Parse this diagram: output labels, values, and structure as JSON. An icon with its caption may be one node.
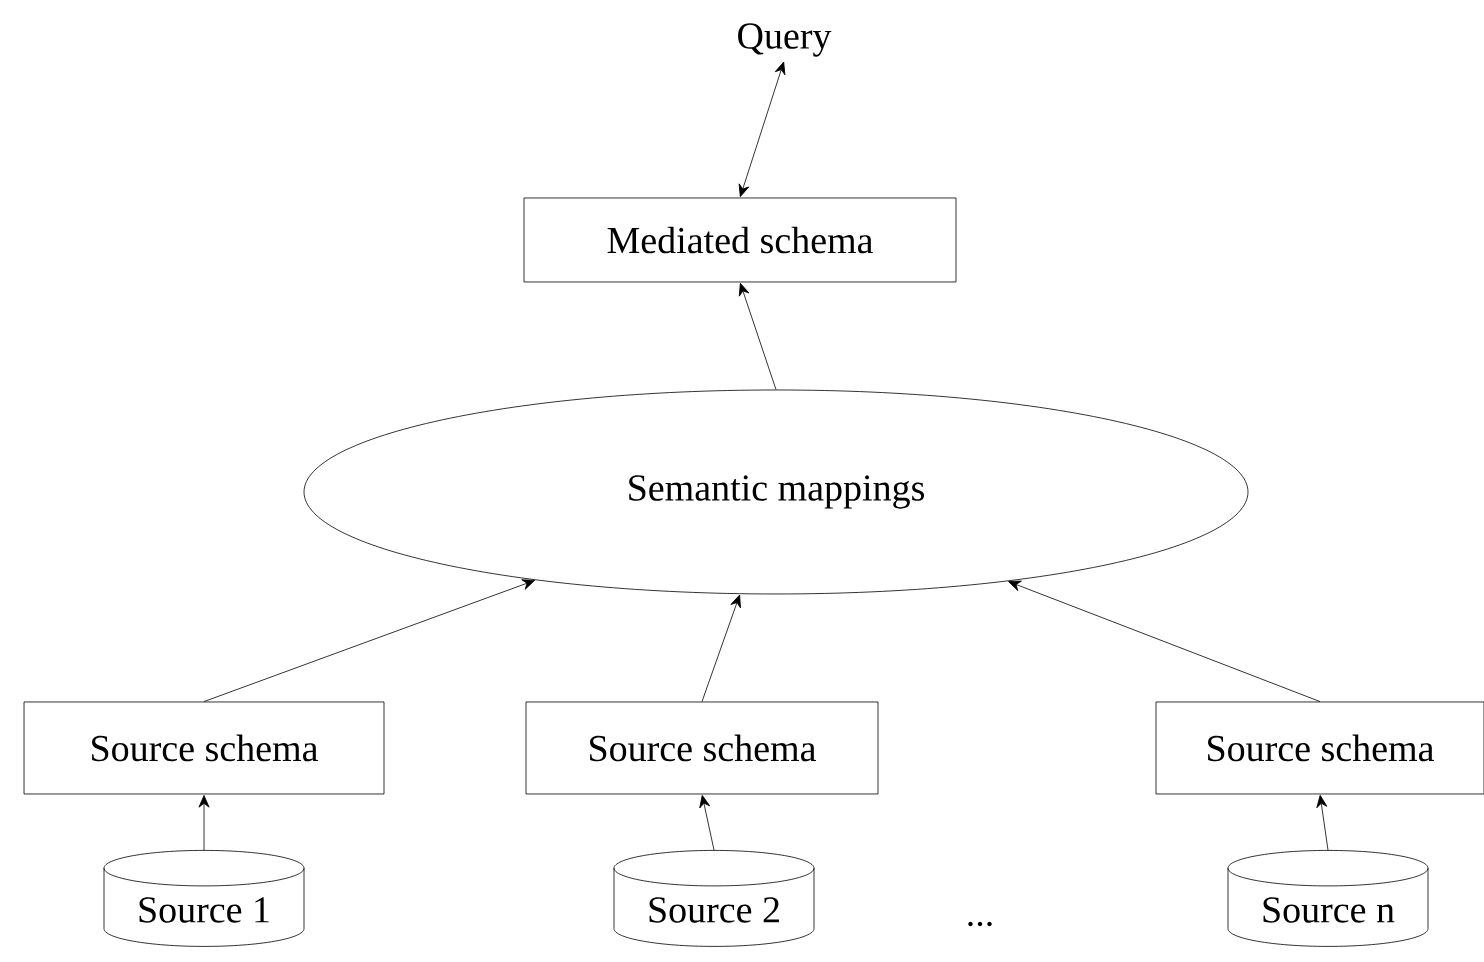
{
  "diagram": {
    "nodes": [
      {
        "text": [
          "Query"
        ]
      },
      {
        "text": [
          "Mediated schema"
        ]
      },
      {
        "text": [
          "Semantic mappings"
        ]
      },
      {
        "text": [
          "Source schema"
        ]
      },
      {
        "text": [
          "Source schema"
        ]
      },
      {
        "text": [
          "Source schema"
        ]
      },
      {
        "text": [
          "Source 1"
        ]
      },
      {
        "text": [
          "Source 2"
        ]
      },
      {
        "text": [
          "Source n"
        ]
      }
    ],
    "edges": [
      {
        "from": 0,
        "to": 1,
        "arrow": "both"
      },
      {
        "from": 2,
        "to": 1,
        "arrow": "to"
      },
      {
        "from": 3,
        "to": 2,
        "arrow": "to"
      },
      {
        "from": 4,
        "to": 2,
        "arrow": "to"
      },
      {
        "from": 5,
        "to": 2,
        "arrow": "to"
      },
      {
        "from": 6,
        "to": 3,
        "arrow": "to"
      },
      {
        "from": 7,
        "to": 4,
        "arrow": "to"
      },
      {
        "from": 8,
        "to": 5,
        "arrow": "to"
      }
    ],
    "labels": [
      "..."
    ]
  }
}
